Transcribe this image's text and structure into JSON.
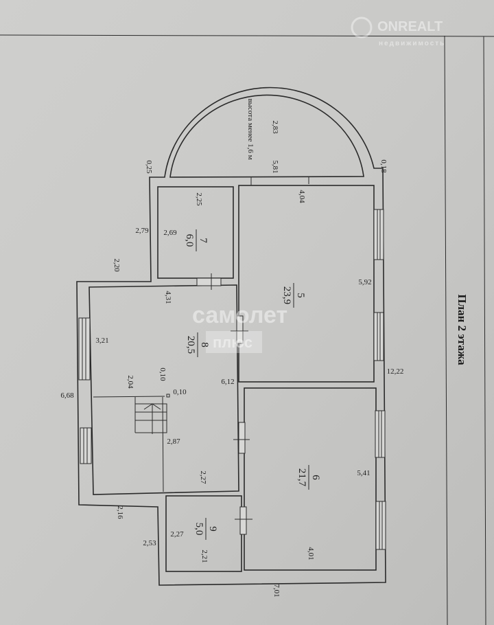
{
  "title": "План 2 этажа",
  "watermarks": {
    "brand_top": "ONREALT",
    "brand_top_sub": "недвижимость",
    "brand_center": "самолет",
    "brand_center_sub": "плюс"
  },
  "note": "высота менее 1,6 м",
  "rooms": [
    {
      "number": "7",
      "area": "6,0"
    },
    {
      "number": "5",
      "area": "23,9"
    },
    {
      "number": "8",
      "area": "20,5"
    },
    {
      "number": "6",
      "area": "21,7"
    },
    {
      "number": "9",
      "area": "5,0"
    }
  ],
  "dimensions": {
    "arch_depth": "2,83",
    "arch_width": "5,81",
    "wall_left_top": "0,25",
    "wall_right_top": "0,18",
    "room7_width": "2,25",
    "room7_length": "2,69",
    "wing7_outer": "2,79",
    "wing_step": "2,20",
    "room5_width": "4,04",
    "room5_length": "5,92",
    "room8_width": "4,31",
    "room8_upper": "3,21",
    "stair_width": "2,04",
    "stair_gap_v": "0,10",
    "stair_gap_h": "0,10",
    "room8_length": "6,12",
    "total_length": "12,22",
    "left_length": "6,68",
    "stair_length": "2,87",
    "room8_lower": "2,27",
    "room6_length": "5,41",
    "room6_width": "4,01",
    "lower_step": "2,16",
    "room9_length": "2,27",
    "room9_width": "2,21",
    "wing9_outer": "2,53",
    "bottom_width": "7,01"
  }
}
